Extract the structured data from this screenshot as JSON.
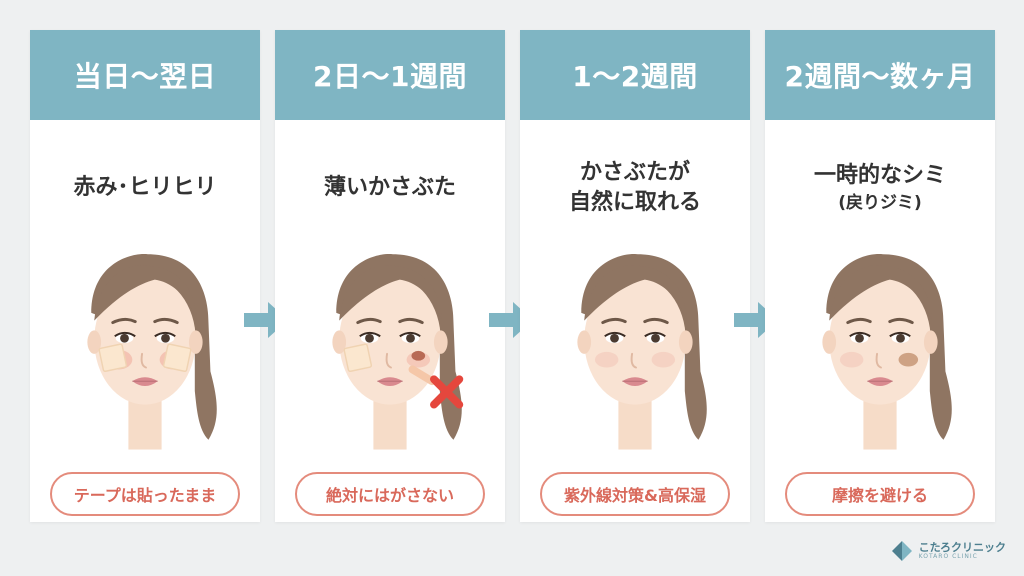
{
  "stages": [
    {
      "header": "当日〜翌日",
      "desc": [
        "赤み･ヒリヒリ"
      ],
      "note": "",
      "care": "テープは貼ったまま"
    },
    {
      "header": "2日〜1週間",
      "desc": [
        "薄いかさぶた"
      ],
      "note": "",
      "care": "絶対にはがさない"
    },
    {
      "header": "1〜2週間",
      "desc": [
        "かさぶたが",
        "自然に取れる"
      ],
      "note": "",
      "care": "紫外線対策&高保湿"
    },
    {
      "header": "2週間〜数ヶ月",
      "desc": [
        "一時的なシミ"
      ],
      "note": "(戻りジミ)",
      "care": "摩擦を避ける"
    }
  ],
  "logo": {
    "name": "こたろクリニック",
    "name_en": "KOTARO CLINIC"
  },
  "colors": {
    "header_bg": "#7fb5c3",
    "arrow": "#7fb5c3",
    "pill_border": "#e48b7c",
    "pill_text": "#d9695b",
    "x_mark": "#e5473d"
  }
}
